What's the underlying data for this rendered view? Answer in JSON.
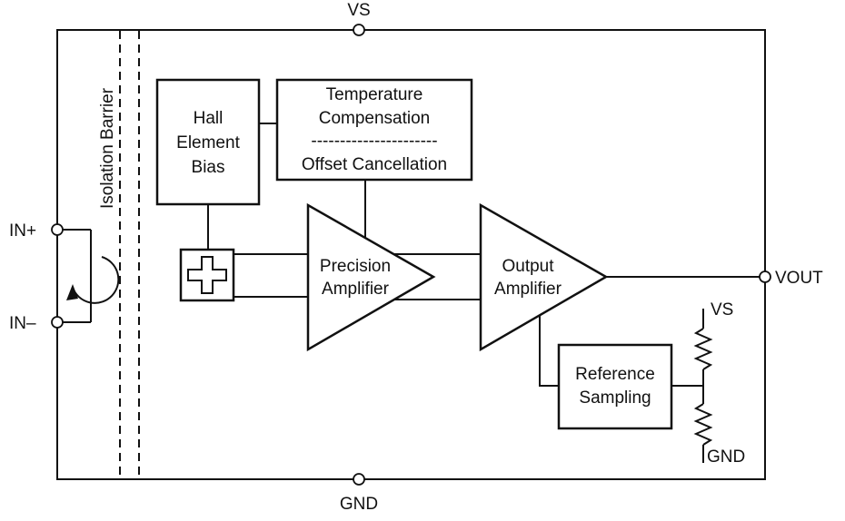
{
  "pins": {
    "vs_top": "VS",
    "gnd_bottom": "GND",
    "in_plus": "IN+",
    "in_minus": "IN–",
    "vout": "VOUT"
  },
  "isolation": {
    "label": "Isolation Barrier"
  },
  "blocks": {
    "hall_bias": {
      "line1": "Hall",
      "line2": "Element",
      "line3": "Bias"
    },
    "temp_comp": {
      "line1": "Temperature",
      "line2": "Compensation",
      "separator": "----------------------",
      "line3": "Offset Cancellation"
    },
    "precision_amp": {
      "line1": "Precision",
      "line2": "Amplifier"
    },
    "output_amp": {
      "line1": "Output",
      "line2": "Amplifier"
    },
    "reference": {
      "line1": "Reference",
      "line2": "Sampling"
    }
  },
  "divider": {
    "top_label": "VS",
    "bottom_label": "GND"
  }
}
